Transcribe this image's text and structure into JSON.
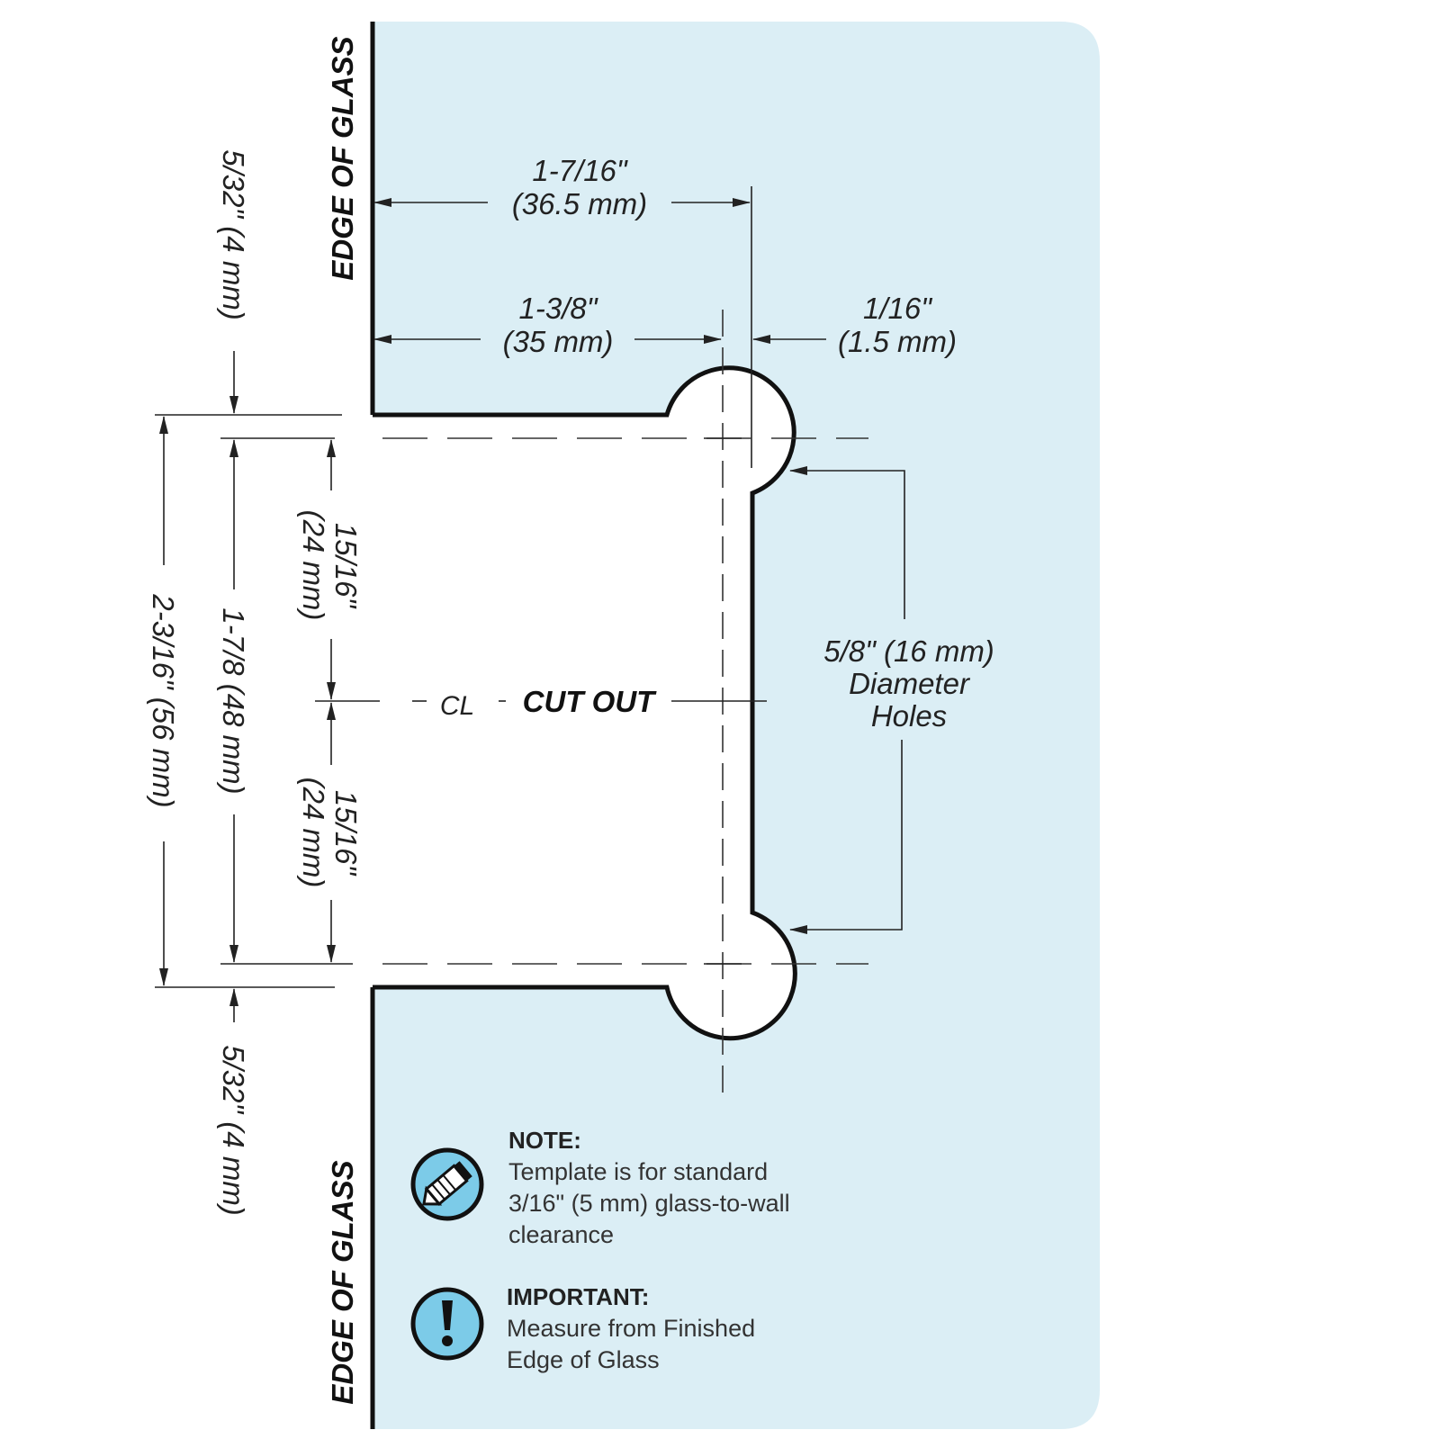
{
  "edge_label_top": "EDGE OF GLASS",
  "edge_label_bottom": "EDGE OF GLASS",
  "dim_1_7_16": {
    "line1": "1-7/16\"",
    "line2": "(36.5 mm)"
  },
  "dim_1_3_8": {
    "line1": "1-3/8\"",
    "line2": "(35 mm)"
  },
  "dim_1_16": {
    "line1": "1/16\"",
    "line2": "(1.5 mm)"
  },
  "dim_5_32_top": "5/32\" (4 mm)",
  "dim_5_32_bottom": "5/32\" (4 mm)",
  "dim_2_3_16": "2-3/16\" (56 mm)",
  "dim_1_7_8": "1-7/8 (48 mm)",
  "dim_15_16_upper": {
    "line1": "15/16\"",
    "line2": "(24 mm)"
  },
  "dim_15_16_lower": {
    "line1": "15/16\"",
    "line2": "(24 mm)"
  },
  "centerline_symbol": "CL",
  "cut_out_label": "CUT OUT",
  "holes_label": {
    "line1": "5/8\" (16 mm)",
    "line2": "Diameter",
    "line3": "Holes"
  },
  "note": {
    "title": "NOTE:",
    "line1": "Template is for standard",
    "line2": "3/16\" (5 mm) glass-to-wall",
    "line3": "clearance"
  },
  "important": {
    "title": "IMPORTANT:",
    "line1": "Measure from Finished",
    "line2": "Edge of Glass"
  },
  "colors": {
    "glass": "#dbeef5",
    "outline": "#111111",
    "icon_fill": "#7ccbe8"
  },
  "icons": [
    "pencil-icon",
    "exclamation-icon"
  ]
}
